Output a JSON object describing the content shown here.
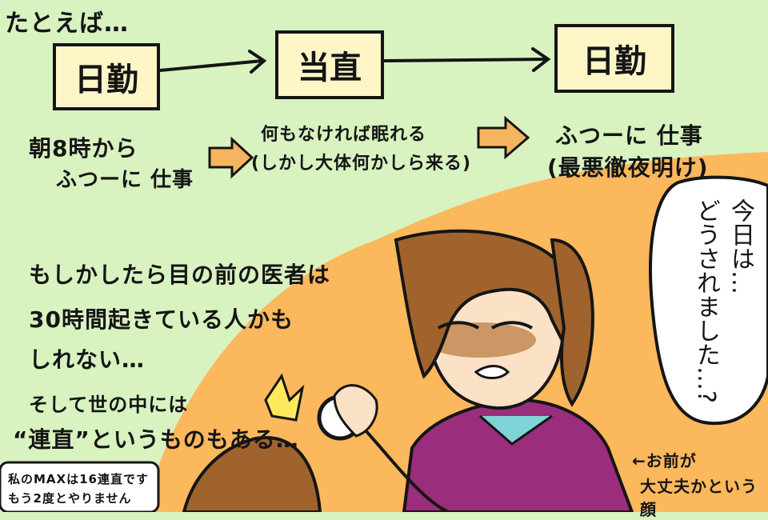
{
  "intro": "たとえば…",
  "schedule": {
    "box1": "日勤",
    "box2": "当直",
    "box3": "日勤",
    "desc1_line1": "朝8時から",
    "desc1_line2": "ふつーに 仕事",
    "desc2_line1": "何もなければ眠れる",
    "desc2_line2": "(しかし大体何かしら来る)",
    "desc3_line1": "ふつーに 仕事",
    "desc3_line2": "(最悪徹夜明け)"
  },
  "middle_line1": "もしかしたら目の前の医者は",
  "middle_line2": "30時間起きている人かも",
  "middle_line3": "しれない…",
  "bottom_line1": "そして世の中には",
  "bottom_line2": "“連直”というものもある…",
  "note_line1": "私のMAXは16連直です",
  "note_line2": "もう2度とやりません",
  "speech_col1": "今日は…",
  "speech_col2": "どうされました…?",
  "side_note_line1": "←お前が",
  "side_note_line2": "大丈夫かという顔",
  "colors": {
    "background": "#d8f2c0",
    "orange": "#fbb85c",
    "box_fill": "#fff6c8",
    "scrubs": "#9a2d7c",
    "hair": "#a0632d"
  }
}
